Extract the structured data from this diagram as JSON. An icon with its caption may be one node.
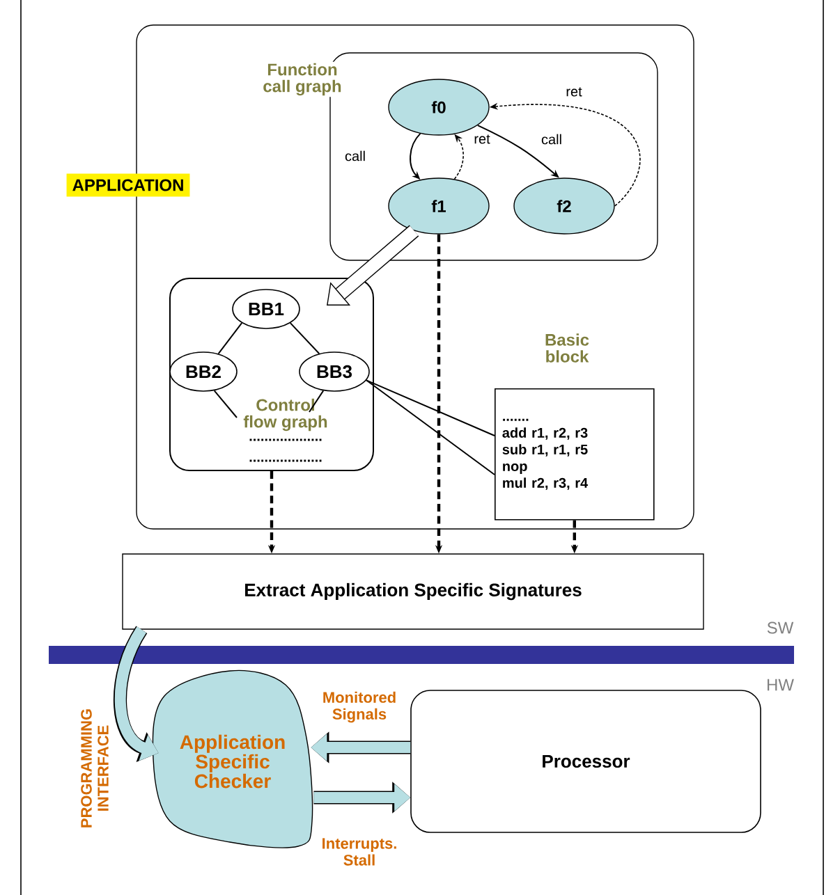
{
  "diagram": {
    "nodes": [
      {
        "text": [
          "APPLICATION"
        ]
      },
      {
        "text": [
          "Function call graph"
        ],
        "in": 0
      },
      {
        "text": [
          "f0"
        ],
        "in": 1
      },
      {
        "text": [
          "f1"
        ],
        "in": 1
      },
      {
        "text": [
          "f2"
        ],
        "in": 1
      },
      {
        "text": [
          "Control flow graph",
          "...................",
          "..................."
        ],
        "in": 0
      },
      {
        "text": [
          "BB1"
        ],
        "in": 5
      },
      {
        "text": [
          "BB2"
        ],
        "in": 5
      },
      {
        "text": [
          "BB3"
        ],
        "in": 5
      },
      {
        "text": [
          "Basic block",
          ".......",
          "add r1, r2, r3",
          "sub r1, r1, r5",
          "nop",
          "mul r2, r3, r4"
        ],
        "in": 0
      },
      {
        "text": [
          "Extract  Application Specific Signatures"
        ]
      },
      {
        "text": [
          "Application Specific Checker"
        ]
      },
      {
        "text": [
          "Processor"
        ]
      }
    ],
    "edges": [
      {
        "from": 2,
        "to": 3,
        "arrow": "to",
        "label": "call"
      },
      {
        "from": 3,
        "to": 2,
        "arrow": "to",
        "label": "ret",
        "style": "dashed"
      },
      {
        "from": 2,
        "to": 4,
        "arrow": "to",
        "label": "call"
      },
      {
        "from": 4,
        "to": 2,
        "arrow": "to",
        "label": "ret",
        "style": "dashed"
      },
      {
        "from": 3,
        "to": 5,
        "arrow": "to",
        "style": "thick"
      },
      {
        "from": 6,
        "to": 7,
        "arrow": "none"
      },
      {
        "from": 6,
        "to": 8,
        "arrow": "none"
      },
      {
        "from": 7,
        "to": null,
        "arrow": "none"
      },
      {
        "from": 8,
        "to": null,
        "arrow": "none"
      },
      {
        "from": 8,
        "to": 9,
        "arrow": "none"
      },
      {
        "from": 8,
        "to": 9,
        "arrow": "none"
      },
      {
        "from": 5,
        "to": 10,
        "arrow": "to",
        "style": "dashed"
      },
      {
        "from": 3,
        "to": 10,
        "arrow": "to",
        "style": "dashed"
      },
      {
        "from": 9,
        "to": 10,
        "arrow": "to",
        "style": "dashed"
      },
      {
        "from": 10,
        "to": 11,
        "arrow": "to",
        "label": "PROGRAMMING INTERFACE",
        "style": "thick",
        "color": "#b7dfe3"
      },
      {
        "from": 12,
        "to": 11,
        "arrow": "to",
        "label": "Monitored Signals",
        "style": "thick",
        "color": "#b7dfe3"
      },
      {
        "from": 11,
        "to": 12,
        "arrow": "to",
        "label": "Interrupts. Stall",
        "style": "thick",
        "color": "#b7dfe3"
      }
    ],
    "labels": [
      "SW",
      "HW"
    ]
  }
}
